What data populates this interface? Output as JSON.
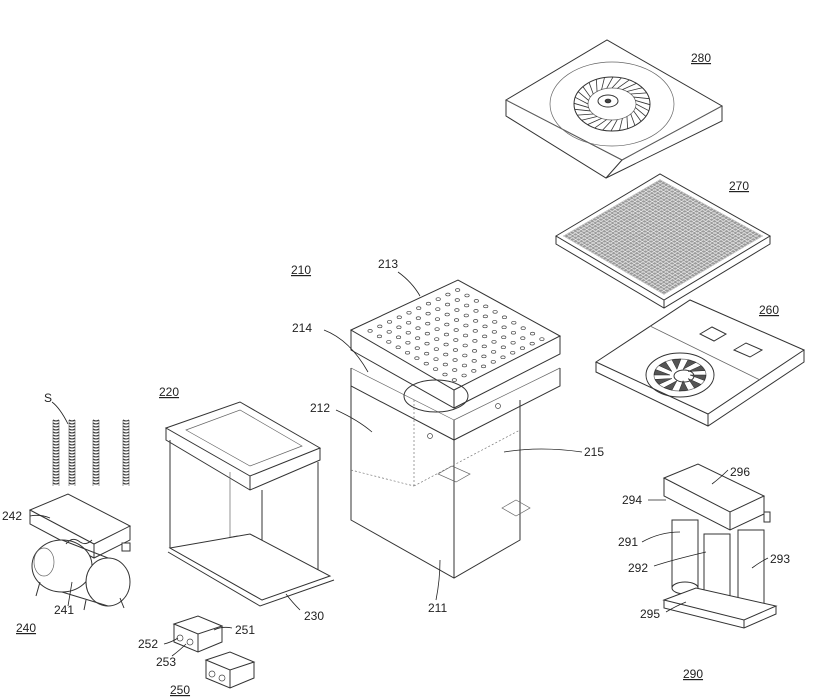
{
  "labels": {
    "l280": "280",
    "l270": "270",
    "l260": "260",
    "l210": "210",
    "l213": "213",
    "l214": "214",
    "l212": "212",
    "l215": "215",
    "l211": "211",
    "l220": "220",
    "l230": "230",
    "lS": "S",
    "l242": "242",
    "l241": "241",
    "l240": "240",
    "l252": "252",
    "l253": "253",
    "l251": "251",
    "l250": "250",
    "l296": "296",
    "l294": "294",
    "l291": "291",
    "l292": "292",
    "l293": "293",
    "l295": "295",
    "l290": "290"
  }
}
